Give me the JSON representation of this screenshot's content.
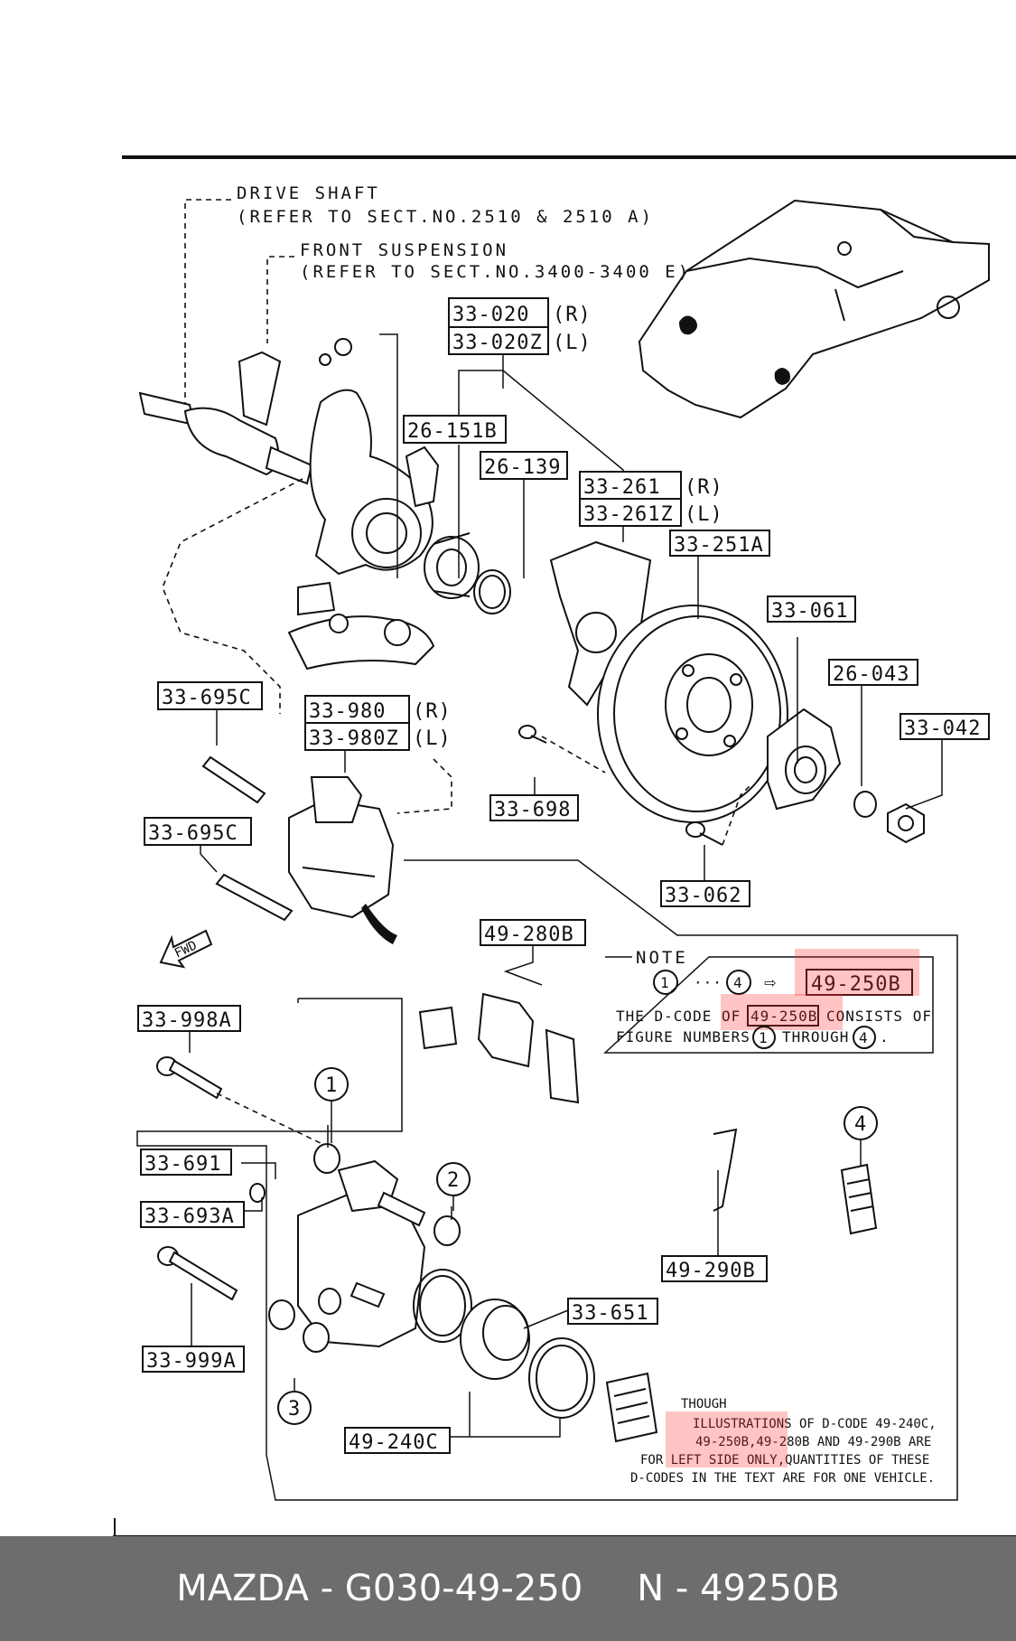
{
  "diagram": {
    "refs": {
      "drive_shaft": "DRIVE SHAFT",
      "drive_shaft_ref": "(REFER TO SECT.NO.2510 & 2510 A)",
      "front_suspension": "FRONT SUSPENSION",
      "front_suspension_ref": "(REFER TO SECT.NO.3400-3400 E)"
    },
    "fwd_label": "FWD",
    "parts": [
      "33-020",
      "33-020Z",
      "26-151B",
      "26-139",
      "33-261",
      "33-261Z",
      "33-251A",
      "33-061",
      "26-043",
      "33-042",
      "33-698",
      "33-062",
      "33-695C",
      "33-695C",
      "33-980",
      "33-980Z",
      "49-280B",
      "33-998A",
      "33-691",
      "33-693A",
      "33-999A",
      "49-240C",
      "33-651",
      "49-290B"
    ],
    "sides": [
      "(R)",
      "(L)",
      "(R)",
      "(L)",
      "(R)",
      "(L)"
    ],
    "callouts": [
      "1",
      "2",
      "3",
      "4"
    ],
    "note": {
      "title": "NOTE",
      "c1": "1",
      "dots": "···",
      "c4": "4",
      "arrow": "⇨",
      "code": "49-250B",
      "line2_pre": "THE D-CODE OF",
      "line2_code": "49-250B",
      "line2_post": "CONSISTS OF",
      "line3_pre": "FIGURE NUMBERS",
      "line3_mid": "THROUGH",
      "line3_end": "."
    },
    "though": {
      "l1": "THOUGH",
      "l2": "ILLUSTRATIONS OF D-CODE 49-240C,",
      "l3": "49-250B,49-280B AND 49-290B ARE",
      "l4": "FOR LEFT SIDE ONLY,QUANTITIES OF THESE",
      "l5": "D-CODES IN THE TEXT ARE FOR ONE VEHICLE."
    },
    "highlight_color": "#ff2a2a"
  },
  "footer": {
    "brand_part": "MAZDA - G030-49-250",
    "alt_part": "N - 49250B",
    "background": "#6d6d6d"
  }
}
